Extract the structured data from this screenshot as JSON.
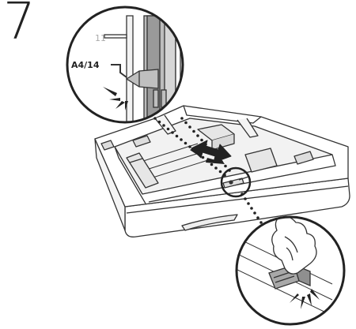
{
  "step": {
    "number": "7"
  },
  "top_callout": {
    "size_label_a4": "A4/14",
    "size_label_11": "11"
  },
  "colors": {
    "outline": "#333333",
    "tray_fill": "#ffffff",
    "tray_shade": "#d9d9d9",
    "guide_shade": "#999999"
  },
  "icons": {
    "slide_arrow": "double-arrow-icon",
    "click_burst": "click-burst-icon",
    "hand": "hand-icon"
  }
}
